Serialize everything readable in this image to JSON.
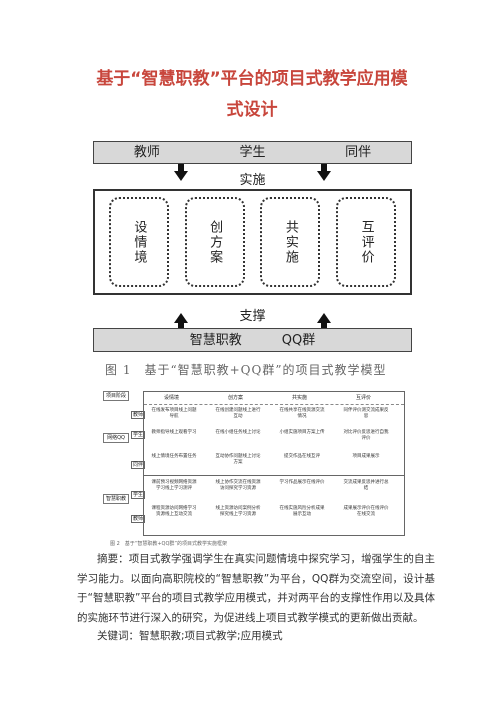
{
  "title_line1": "基于“智慧职教”平台的项目式教学应用模",
  "title_line2": "式设计",
  "figure1": {
    "top_roles": [
      "教师",
      "学生",
      "同伴"
    ],
    "implement_label": "实施",
    "stages": [
      "设情境",
      "创方案",
      "共实施",
      "互评价"
    ],
    "support_label": "支撑",
    "platforms": [
      "智慧职教",
      "QQ群"
    ],
    "caption": "图 1　基于“智慧职教+QQ群”的项目式教学模型"
  },
  "figure2": {
    "left_labels": [
      "项目阶段",
      "网络QQ",
      "智慧职教"
    ],
    "roles": [
      "教师",
      "学生",
      "同伴",
      "学生",
      "教师"
    ],
    "columns": [
      "设情境",
      "创方案",
      "共实施",
      "互评价"
    ],
    "cells_row1": [
      "在线发布项目线上问题导航",
      "在线创建问题线上进行互动",
      "在线共享在线资源交流情况",
      "同伴评价测交流成果反思"
    ],
    "cells_row2": [
      "教师指导线上观看学习",
      "在线小组任务线上讨论",
      "小组实施项目方案上传",
      "对比评价反思进行自我评价"
    ],
    "cells_row3": [
      "线上情境任务布置任务",
      "互动协作问题线上讨论方案",
      "提交作品在线互评",
      "项目成果展示"
    ],
    "cells_row4": [
      "课前预习视频网络资源学习线上学习测评",
      "线上协作交流在线资源访问探究学习资源",
      "学习作品展示在线评价",
      "交流成果反思并进行总结"
    ],
    "cells_row5": [
      "课程资源访问网络学习资源线上互动交流",
      "线上资源访问案例分析探究线上学习资源",
      "在线实施风险分析成果展示互动",
      "成果展示评价在线评价在线交流"
    ],
    "caption": "图 2　基于“智慧职教+QQ群”的项目式教学实施框架"
  },
  "abstract": "摘要：项目式教学强调学生在真实问题情境中探究学习，增强学生的自主学习能力。以面向高职院校的“智慧职教”为平台，QQ群为交流空间，设计基于“智慧职教”平台的项目式教学应用模式，并对两平台的支撑性作用以及具体的实施环节进行深入的研究，为促进线上项目式教学模式的更新做出贡献。",
  "keywords": "关键词：智慧职教;项目式教学;应用模式"
}
